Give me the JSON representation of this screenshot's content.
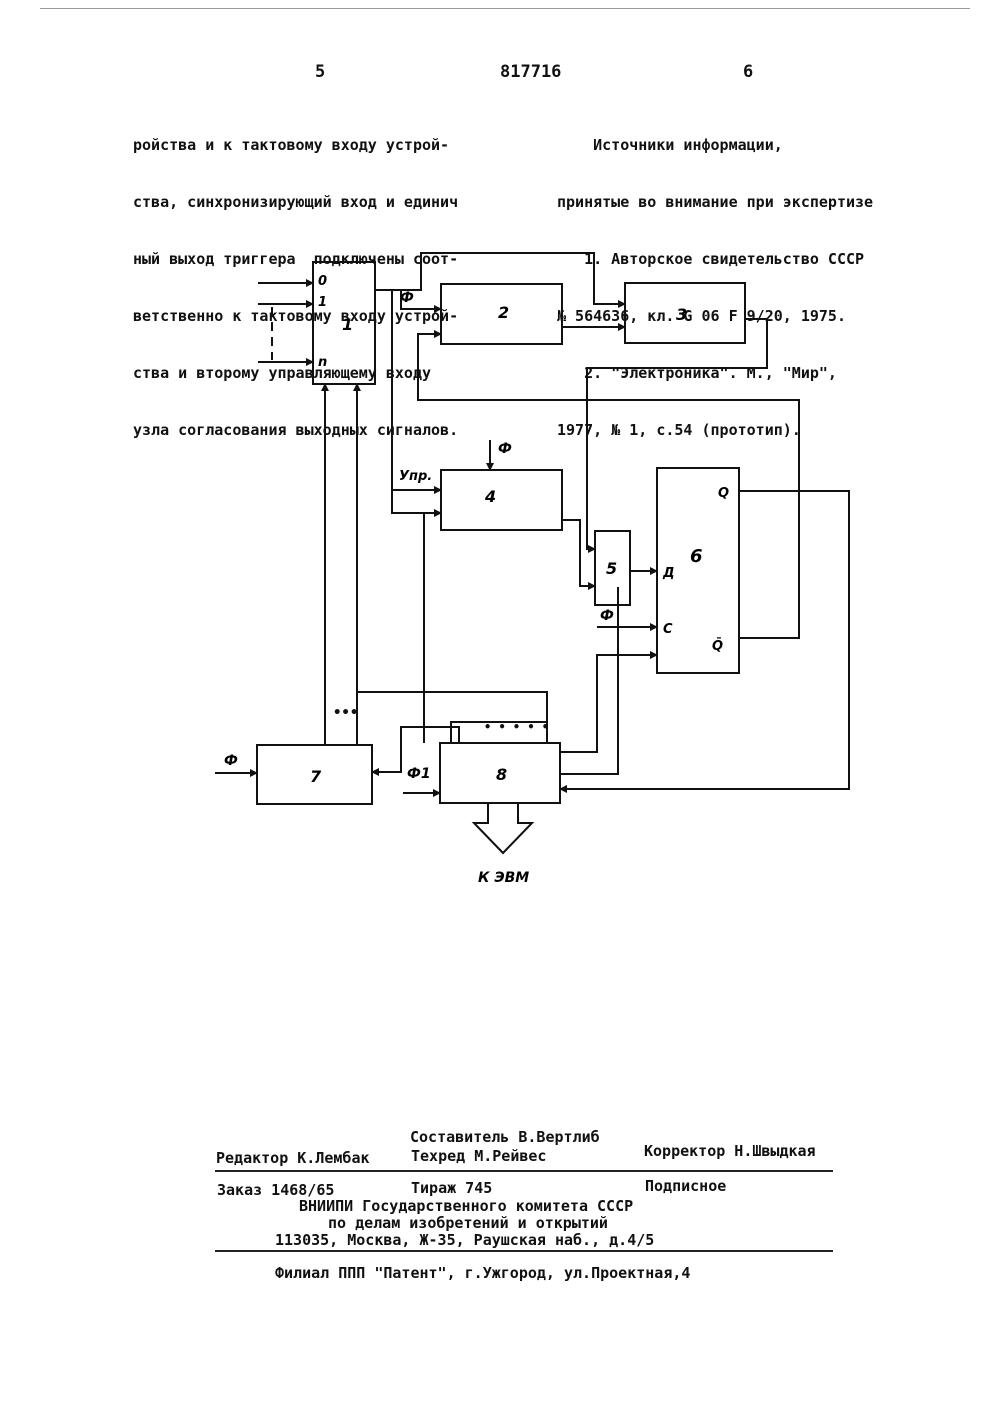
{
  "header": {
    "page_left": "5",
    "patent_number": "817716",
    "page_right": "6"
  },
  "left_column": {
    "lines": [
      "ройства и к тактовому входу устрой-",
      "ства, синхронизирующий вход и единич",
      "ный выход триггера  подключены соот-",
      "ветственно к тактовому входу устрой-",
      "ства и второму управляющему входу",
      "узла согласования выходных сигналов."
    ]
  },
  "right_column": {
    "lines": [
      "    Источники информации,",
      "принятые во внимание при экспертизе",
      "   1. Авторское свидетельство СССР",
      "№ 564636, кл. G 06 F 9/20, 1975.",
      "   2. \"Электроника\". М., \"Мир\",",
      "1977, № 1, с.54 (прототип)."
    ]
  },
  "diagram": {
    "blocks": [
      "1",
      "2",
      "3",
      "4",
      "5",
      "6",
      "7",
      "8"
    ],
    "block1_inputs": [
      "0",
      "1",
      "n"
    ],
    "block6_ports": {
      "q": "Q",
      "q_bar": "Q̄",
      "d": "Д",
      "c": "С"
    },
    "signal_phi": "Ф",
    "signal_phi1": "Ф1",
    "signal_upr": "Упр.",
    "output_label": "К ЭВМ",
    "dots_a": "•••",
    "dots_b": "• • • • •"
  },
  "colophon": {
    "compiler": "Составитель В.Вертлиб",
    "editor": "Редактор К.Лембак",
    "techred": "Техред М.Рейвес",
    "corrector": "Корректор Н.Швыдкая",
    "order": "Заказ 1468/65",
    "circulation": "Тираж 745",
    "subscription": "Подписное",
    "org1": "ВНИИПИ Государственного комитета СССР",
    "org2": "по делам изобретений и открытий",
    "address": "113035, Москва, Ж-35, Раушская наб., д.4/5",
    "branch": "Филиал ППП \"Патент\", г.Ужгород, ул.Проектная,4"
  }
}
